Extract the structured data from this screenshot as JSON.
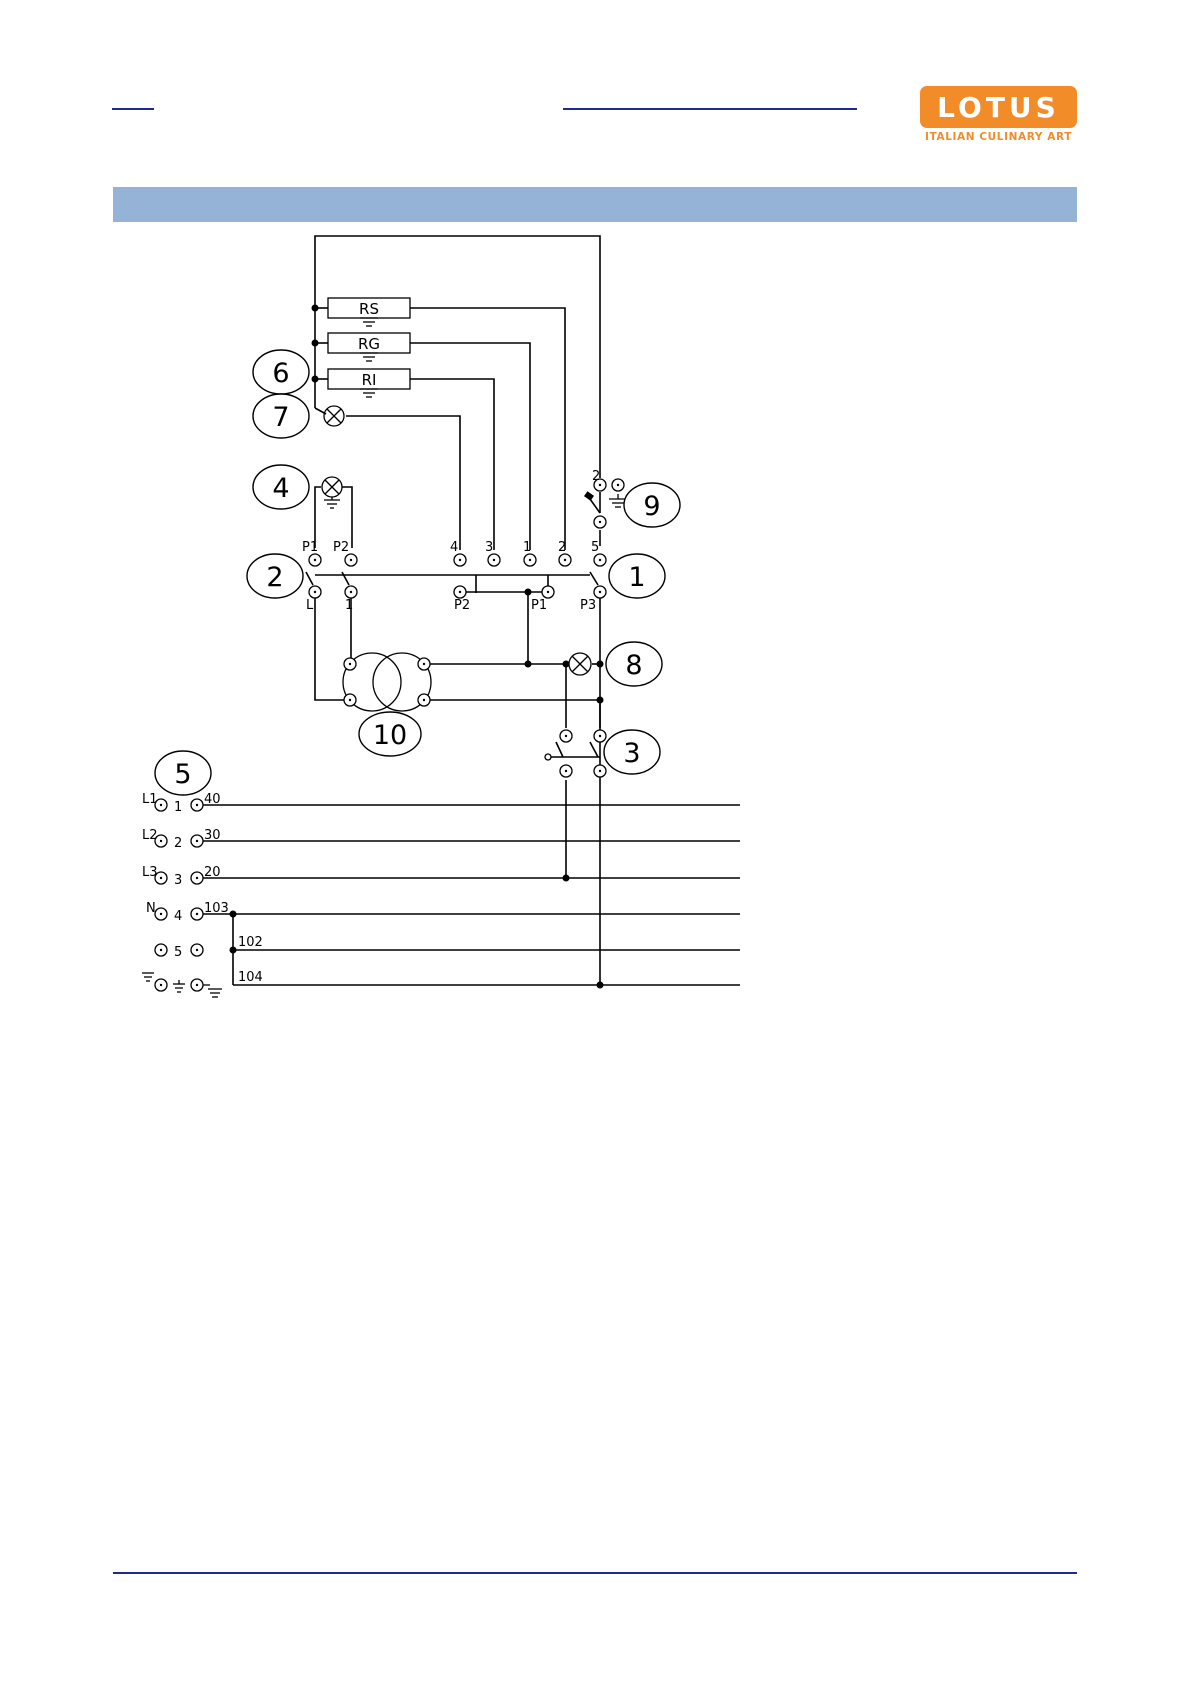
{
  "logo": {
    "wordmark": "LOTUS",
    "tagline": "ITALIAN CULINARY ART",
    "brand_color": "#f28c28"
  },
  "colors": {
    "band": "#95b3d7",
    "rule": "#1e2a8c"
  },
  "diagram": {
    "resistors": [
      "RS",
      "RG",
      "RI"
    ],
    "callouts": [
      "1",
      "2",
      "3",
      "4",
      "5",
      "6",
      "7",
      "8",
      "9",
      "10"
    ],
    "switch1_terminals": [
      "4",
      "3",
      "1",
      "2",
      "5"
    ],
    "switch1_bottom": [
      "P2",
      "P1",
      "P3"
    ],
    "switch2_top": [
      "P1",
      "P2"
    ],
    "switch2_bottom": [
      "L",
      "1"
    ],
    "thermostat_terminal": "2",
    "terminal_block": [
      {
        "line": "L1",
        "num": "1",
        "wire": "40"
      },
      {
        "line": "L2",
        "num": "2",
        "wire": "30"
      },
      {
        "line": "L3",
        "num": "3",
        "wire": "20"
      },
      {
        "line": "N",
        "num": "4",
        "wire": "103"
      },
      {
        "line": "",
        "num": "5",
        "wire": "102"
      },
      {
        "line": "",
        "num": "",
        "wire": "104"
      }
    ]
  }
}
